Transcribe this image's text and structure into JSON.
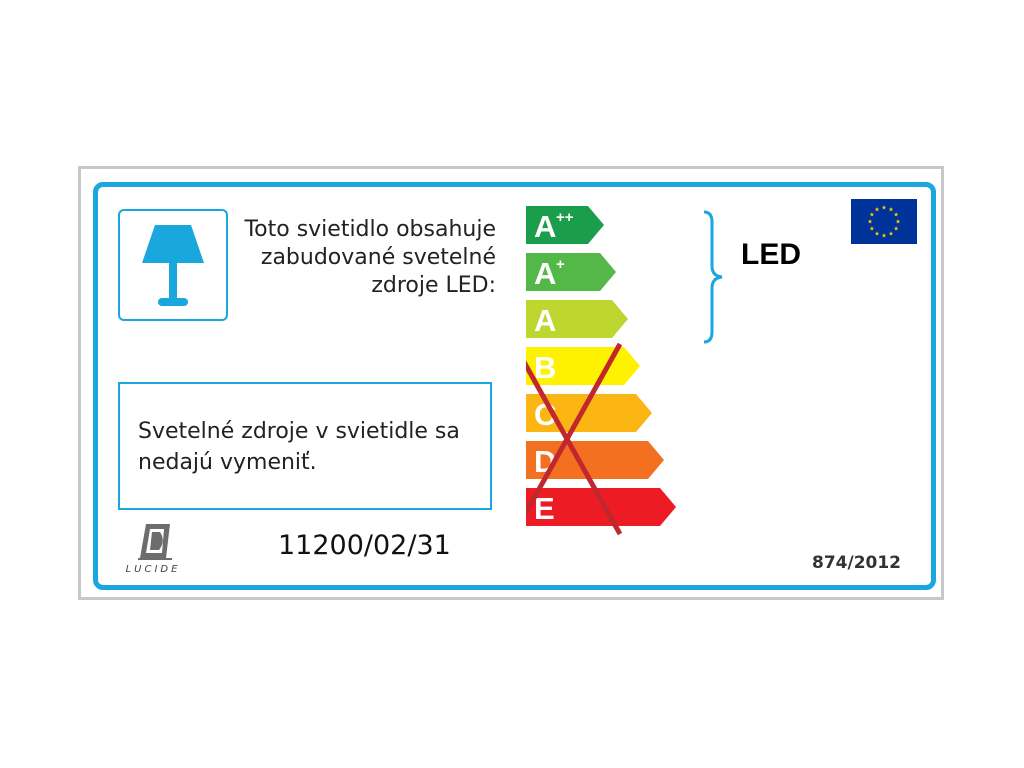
{
  "label": {
    "contains_text": "Toto svietidlo obsahuje\nzabudované svetelné\nzdroje LED:",
    "replace_text": "Svetelné zdroje v svietidle sa\nnedajú vymeniť.",
    "reference_number": "11200/02/31",
    "regulation": "874/2012",
    "included_type": "LED",
    "brand": "LUCIDE",
    "lamp_icon": "table-lamp-icon",
    "flag_icon": "eu-flag-icon"
  },
  "energy_classes": [
    {
      "letter": "A",
      "sup": "++",
      "color": "#1b9e4b",
      "compatible": true
    },
    {
      "letter": "A",
      "sup": "+",
      "color": "#53b848",
      "compatible": true
    },
    {
      "letter": "A",
      "sup": "",
      "color": "#bed730",
      "compatible": true
    },
    {
      "letter": "B",
      "sup": "",
      "color": "#fff200",
      "compatible": false
    },
    {
      "letter": "C",
      "sup": "",
      "color": "#fcb614",
      "compatible": false
    },
    {
      "letter": "D",
      "sup": "",
      "color": "#f37021",
      "compatible": false
    },
    {
      "letter": "E",
      "sup": "",
      "color": "#ed1c24",
      "compatible": false
    }
  ],
  "colors": {
    "frame_blue": "#1aa7dd",
    "cross_red": "#c1272d",
    "eu_blue": "#003399",
    "eu_star": "#ffcc00"
  }
}
